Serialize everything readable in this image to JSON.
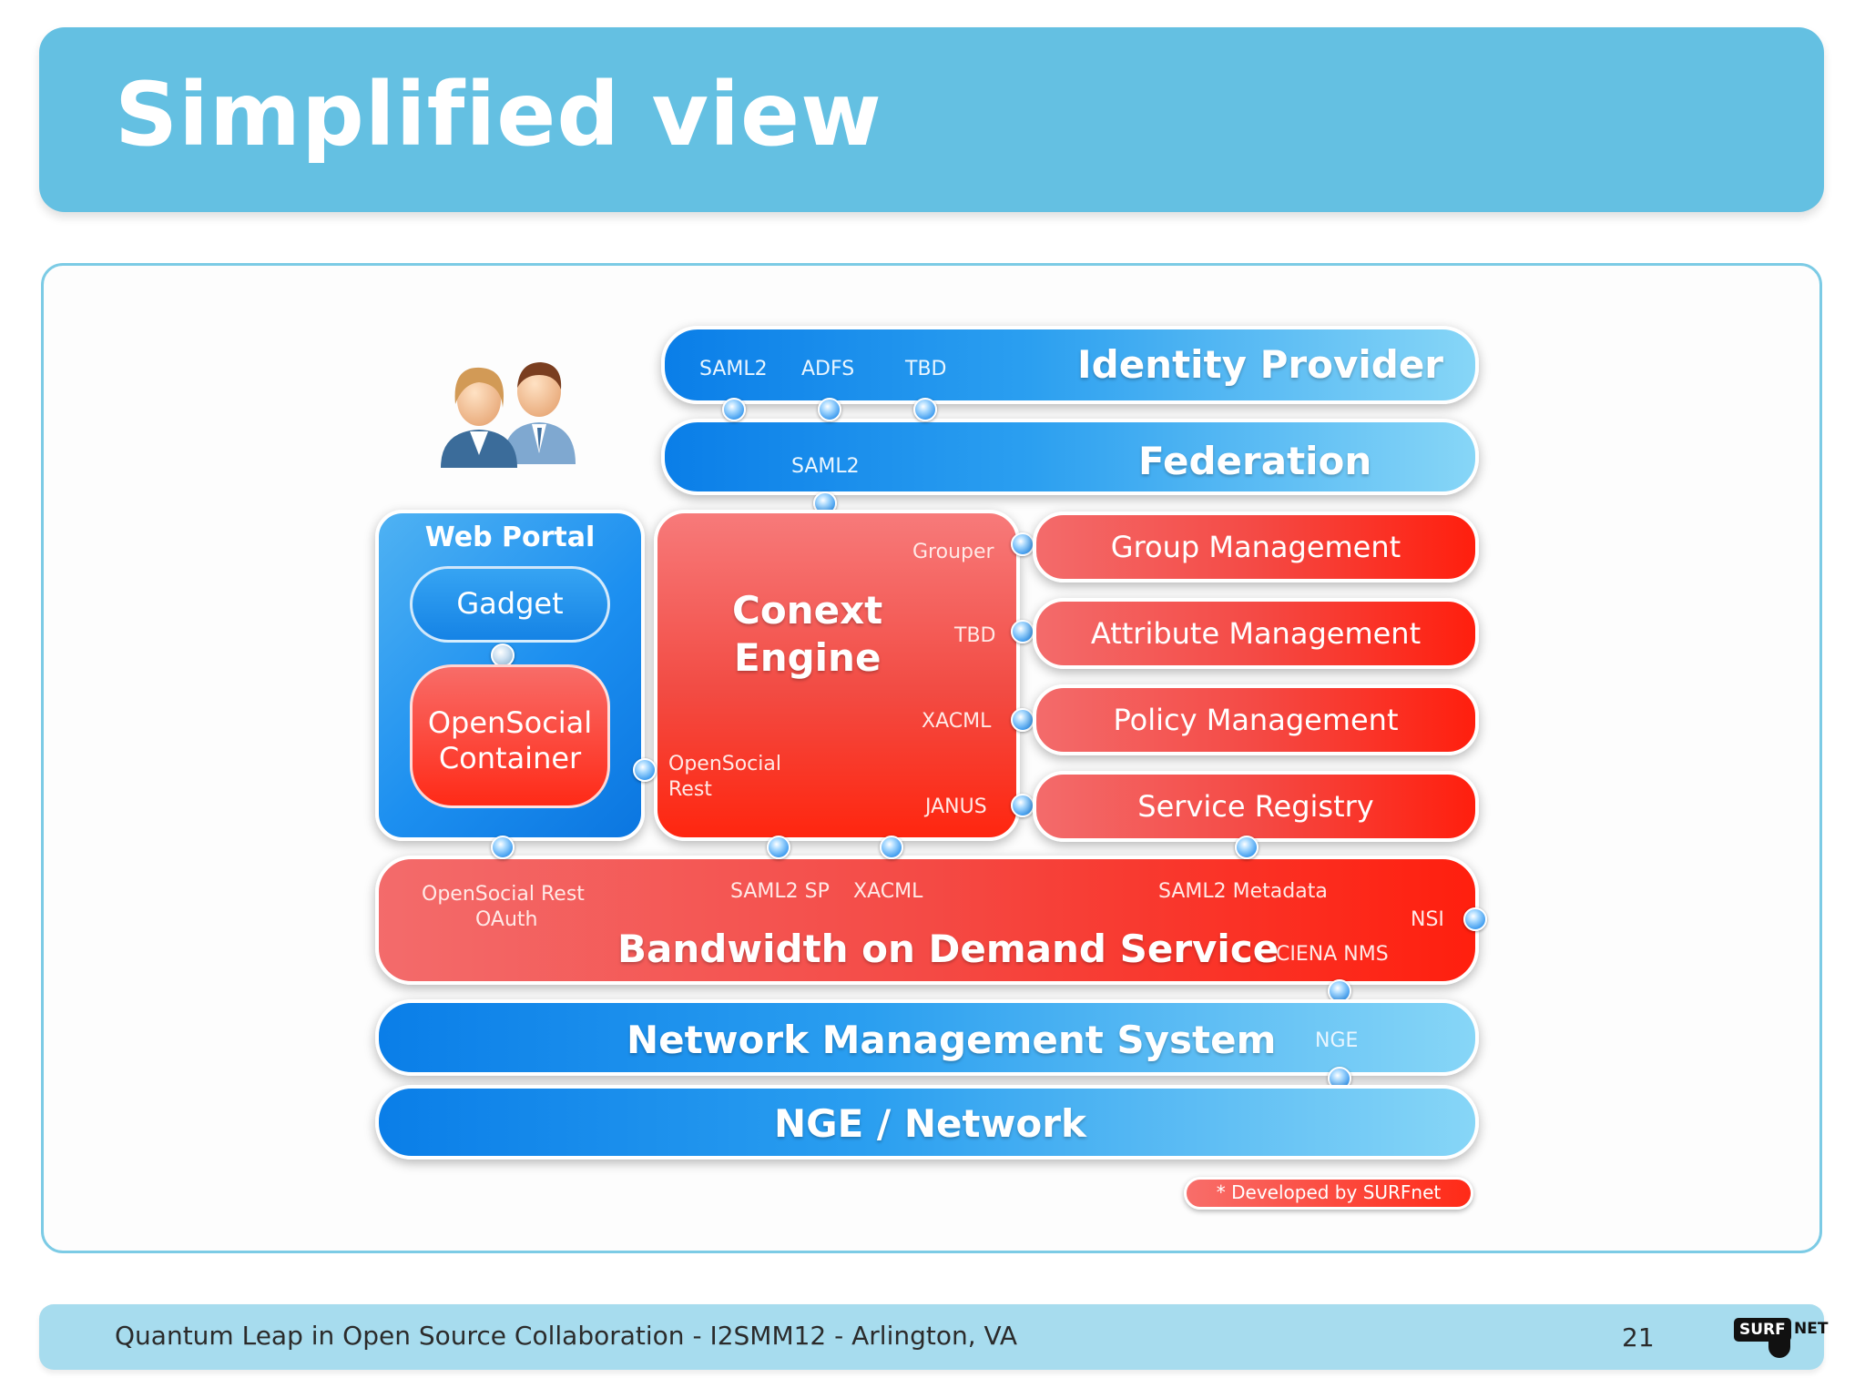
{
  "title": "Simplified view",
  "diagram": {
    "identity_provider": {
      "label": "Identity Provider",
      "ports": [
        "SAML2",
        "ADFS",
        "TBD"
      ]
    },
    "federation": {
      "label": "Federation",
      "port": "SAML2"
    },
    "web_portal": {
      "label": "Web Portal",
      "gadget": "Gadget",
      "container_line1": "OpenSocial",
      "container_line2": "Container"
    },
    "context_engine": {
      "label_line1": "Conext",
      "label_line2": "Engine",
      "ports": {
        "grouper": "Grouper",
        "tbd": "TBD",
        "xacml": "XACML",
        "janus": "JANUS",
        "opensocial_rest_line1": "OpenSocial",
        "opensocial_rest_line2": "Rest"
      }
    },
    "side_services": [
      "Group Management",
      "Attribute Management",
      "Policy Management",
      "Service Registry"
    ],
    "bod": {
      "label": "Bandwidth on Demand Service",
      "ports": {
        "opensocial_rest": "OpenSocial Rest",
        "oauth": "OAuth",
        "saml2_sp": "SAML2 SP",
        "xacml": "XACML",
        "saml2_metadata": "SAML2 Metadata",
        "nsi": "NSI",
        "ciena_nms": "CIENA NMS"
      }
    },
    "nms": {
      "label": "Network Management System",
      "port": "NGE"
    },
    "network": {
      "label": "NGE / Network"
    },
    "note": "* Developed by SURFnet"
  },
  "footer": {
    "text": "Quantum Leap in Open Source Collaboration - I2SMM12 - Arlington, VA",
    "page": "21",
    "logo_left": "SURF",
    "logo_right": "NET"
  },
  "colors": {
    "title_bar": "#64c0e2",
    "blue": "#1c8ff0",
    "red": "#f44a45",
    "footer_bar": "#a7dcee"
  },
  "icons": [
    "users-icon"
  ]
}
